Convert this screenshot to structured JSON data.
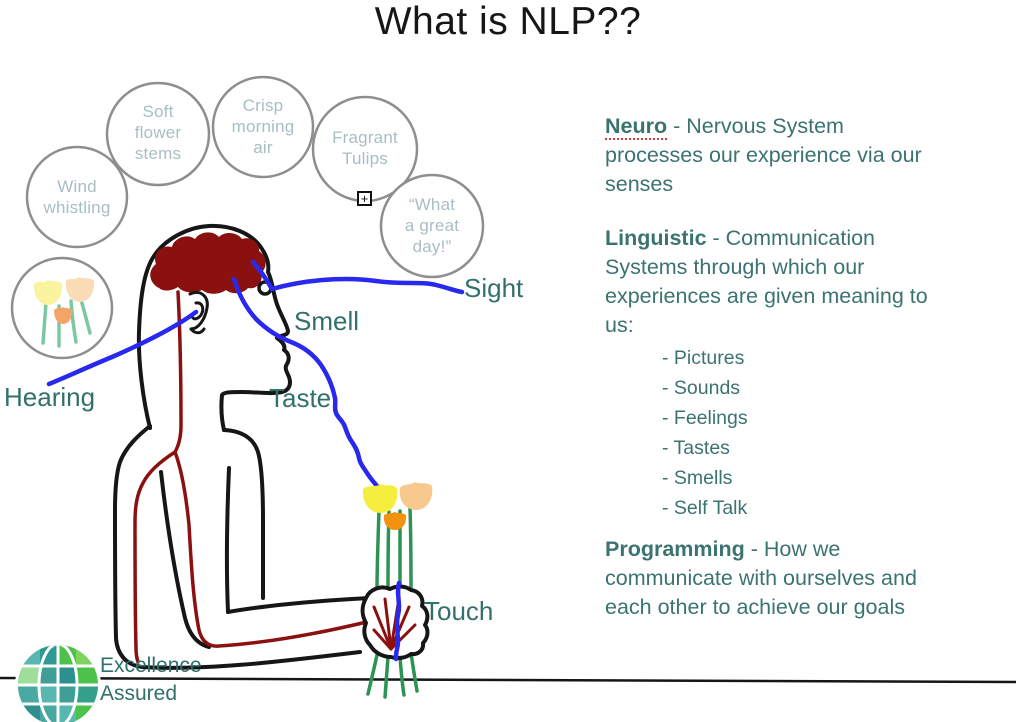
{
  "title": "What is NLP??",
  "colors": {
    "accent_teal": "#32706c",
    "body_teal": "#3b7371",
    "bubble_text": "#a8bec1",
    "bubble_outline": "#8e8e8e",
    "nerve_blue": "#2828ee",
    "brain_red": "#8b1111",
    "stem_green": "#2d9355",
    "ink_black": "#161616",
    "spellcheck_red": "#e03a3a"
  },
  "thought_bubbles": {
    "flowers_bubble_icon": "tulips-sketch",
    "items": [
      "Wind whistling",
      "Soft flower stems",
      "Crisp morning air",
      "Fragrant Tulips",
      "“What a great day!”"
    ]
  },
  "sense_labels": {
    "sight": "Sight",
    "smell": "Smell",
    "taste": "Taste",
    "hearing": "Hearing",
    "touch": "Touch"
  },
  "definitions": {
    "neuro": {
      "term": "Neuro",
      "text": "- Nervous System processes our experience via our senses"
    },
    "linguistic": {
      "term": "Linguistic",
      "text": "- Communication Systems through which our experiences are given meaning to us:",
      "items": [
        "- Pictures",
        "- Sounds",
        "- Feelings",
        "- Tastes",
        "- Smells",
        "- Self Talk"
      ]
    },
    "programming": {
      "term": "Programming",
      "text": "- How we communicate with ourselves and each other to achieve our goals"
    }
  },
  "logo": {
    "line1": "Excellence",
    "line2": "Assured"
  },
  "anchor_handle": {
    "glyph": "+"
  }
}
